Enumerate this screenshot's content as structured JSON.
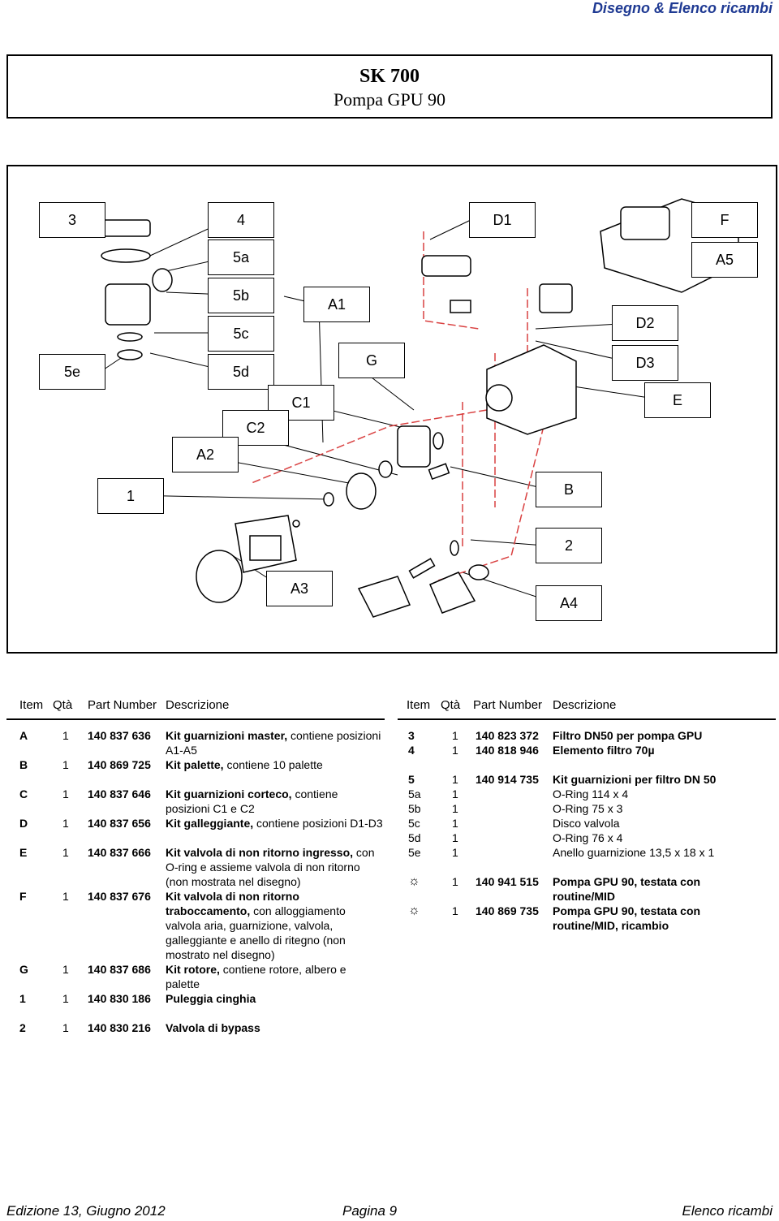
{
  "header": {
    "title": "Disegno & Elenco ricambi"
  },
  "title_block": {
    "line1": "SK 700",
    "line2": "Pompa GPU 90"
  },
  "callouts": [
    "3",
    "4",
    "5a",
    "5b",
    "5c",
    "5d",
    "5e",
    "A1",
    "G",
    "D1",
    "F",
    "A5",
    "D2",
    "D3",
    "E",
    "C1",
    "C2",
    "A2",
    "1",
    "B",
    "2",
    "A3",
    "A4"
  ],
  "columns": {
    "item": "Item",
    "qta": "Qtà",
    "pn": "Part Number",
    "desc": "Descrizione"
  },
  "left_rows": [
    {
      "item": "A",
      "qta": "1",
      "pn": "140 837 636",
      "bold": "Kit guarnizioni master,",
      "rest": " contiene posizioni A1-A5"
    },
    {
      "item": "B",
      "qta": "1",
      "pn": "140 869 725",
      "bold": "Kit palette,",
      "rest": " contiene 10 palette"
    },
    {
      "item": "C",
      "qta": "1",
      "pn": "140 837 646",
      "bold": "Kit guarnizioni corteco,",
      "rest": " contiene posizioni C1 e C2"
    },
    {
      "item": "D",
      "qta": "1",
      "pn": "140 837 656",
      "bold": "Kit galleggiante,",
      "rest": " contiene posizioni D1-D3"
    },
    {
      "item": "E",
      "qta": "1",
      "pn": "140 837 666",
      "bold": "Kit valvola di non ritorno ingresso,",
      "rest": " con O-ring e assieme valvola di non ritorno (non mostrata nel disegno)"
    },
    {
      "item": "F",
      "qta": "1",
      "pn": "140 837 676",
      "bold": "Kit valvola di non ritorno traboccamento,",
      "rest": " con alloggiamento valvola aria, guarnizione, valvola, galleggiante e anello di ritegno (non mostrato nel disegno)"
    },
    {
      "item": "G",
      "qta": "1",
      "pn": "140 837 686",
      "bold": "Kit rotore,",
      "rest": " contiene rotore, albero e palette"
    },
    {
      "item": "1",
      "qta": "1",
      "pn": "140 830 186",
      "bold": "Puleggia  cinghia",
      "rest": ""
    },
    {
      "item": "2",
      "qta": "1",
      "pn": "140 830 216",
      "bold": "Valvola di bypass",
      "rest": ""
    }
  ],
  "right_rows": [
    {
      "item": "3",
      "qta": "1",
      "pn": "140 823 372",
      "bold": "Filtro DN50 per pompa GPU",
      "rest": ""
    },
    {
      "item": "4",
      "qta": "1",
      "pn": "140 818 946",
      "bold": "Elemento filtro 70µ",
      "rest": ""
    },
    {
      "item": "5",
      "qta": "1",
      "pn": "140 914 735",
      "bold": "Kit guarnizioni per filtro DN 50",
      "rest": ""
    },
    {
      "item": "5a",
      "qta": "1",
      "pn": "",
      "bold": "",
      "rest": "O-Ring 114 x 4"
    },
    {
      "item": "5b",
      "qta": "1",
      "pn": "",
      "bold": "",
      "rest": "O-Ring 75 x 3"
    },
    {
      "item": "5c",
      "qta": "1",
      "pn": "",
      "bold": "",
      "rest": "Disco valvola"
    },
    {
      "item": "5d",
      "qta": "1",
      "pn": "",
      "bold": "",
      "rest": "O-Ring 76 x 4"
    },
    {
      "item": "5e",
      "qta": "1",
      "pn": "",
      "bold": "",
      "rest": "Anello guarnizione 13,5 x 18 x 1"
    },
    {
      "item": "☼",
      "qta": "1",
      "pn": "140 941 515",
      "bold": "Pompa GPU 90, testata con routine/MID",
      "rest": ""
    },
    {
      "item": "☼",
      "qta": "1",
      "pn": "140 869 735",
      "bold": "Pompa GPU 90, testata con routine/MID, ricambio",
      "rest": ""
    }
  ],
  "footer": {
    "left": "Edizione  13, Giugno 2012",
    "center": "Pagina 9",
    "right": "Elenco ricambi"
  }
}
